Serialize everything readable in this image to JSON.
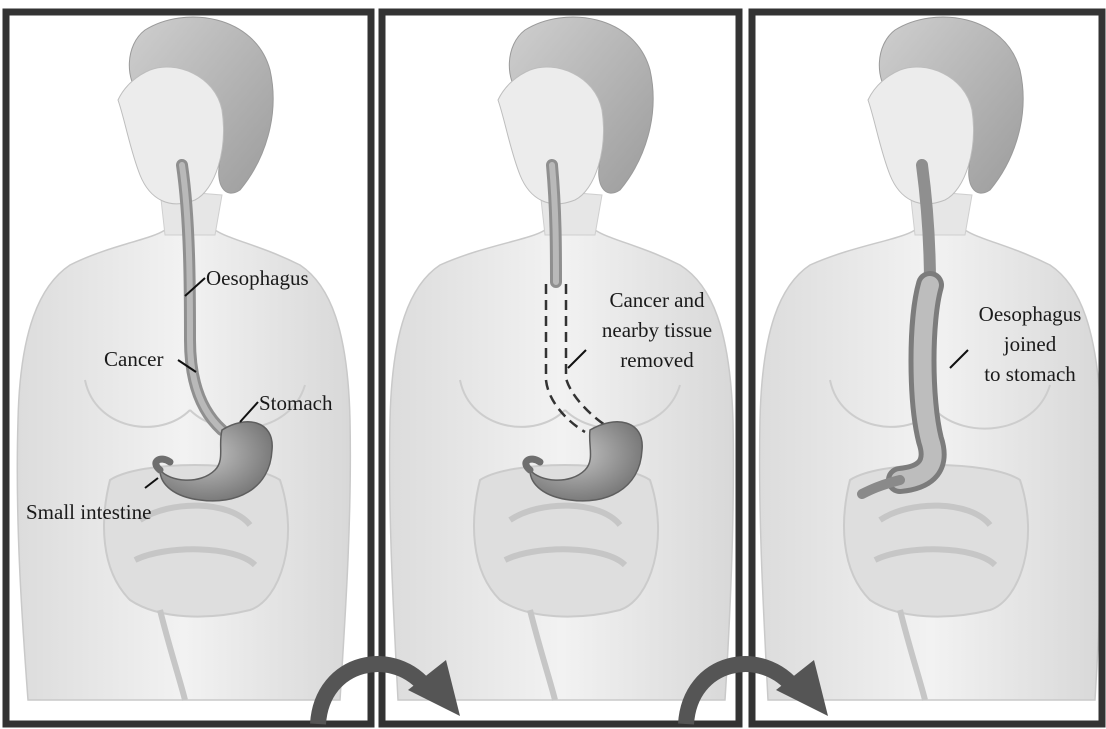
{
  "panels": [
    {
      "labels": {
        "oesophagus": "Oesophagus",
        "cancer": "Cancer",
        "stomach": "Stomach",
        "small_intestine": "Small intestine"
      }
    },
    {
      "labels": {
        "line1": "Cancer and",
        "line2": "nearby tissue",
        "line3": "removed"
      }
    },
    {
      "labels": {
        "line1": "Oesophagus",
        "line2": "joined",
        "line3": "to stomach"
      }
    }
  ],
  "colors": {
    "frame": "#333333",
    "arrow": "#555555",
    "body_fill": "#ebebeb",
    "body_stroke": "#c9c9c9",
    "hair": "#b3b3b3",
    "organ": "#9a9a9a",
    "intestine": "#d6d6d6"
  }
}
